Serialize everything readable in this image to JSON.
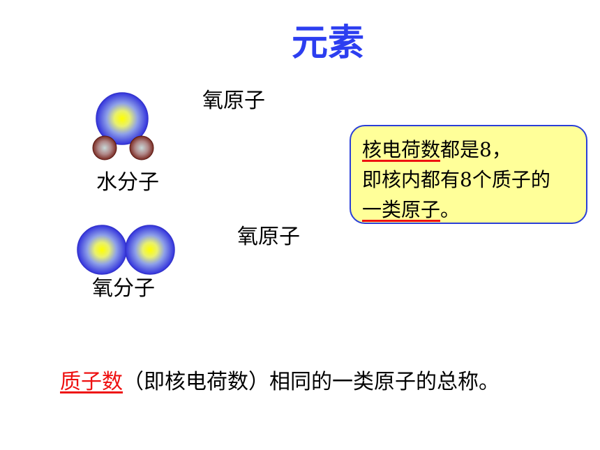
{
  "title": "元素",
  "water_molecule": {
    "atom_label": "氧原子",
    "molecule_label": "水分子"
  },
  "oxygen_molecule": {
    "atom_label": "氧原子",
    "molecule_label": "氧分子"
  },
  "callout": {
    "line1_underlined": "核电荷数",
    "line1_rest": "都是8，",
    "line2": "即核内都有8个质子的",
    "line3_underlined": "一类原子",
    "line3_rest": "。"
  },
  "definition": {
    "highlight": "质子数",
    "rest": "（即核电荷数）相同的一类原子的总称。"
  },
  "colors": {
    "title": "#2c3ef0",
    "underline_red": "#ee1111",
    "callout_fill": "#ffff99",
    "callout_border": "#2a3fd8",
    "oxygen_atom_edge": "#3333dd",
    "oxygen_atom_center": "#ffff00",
    "hydrogen_atom_edge": "#7a2a22",
    "hydrogen_atom_center": "#c8d8d8"
  }
}
